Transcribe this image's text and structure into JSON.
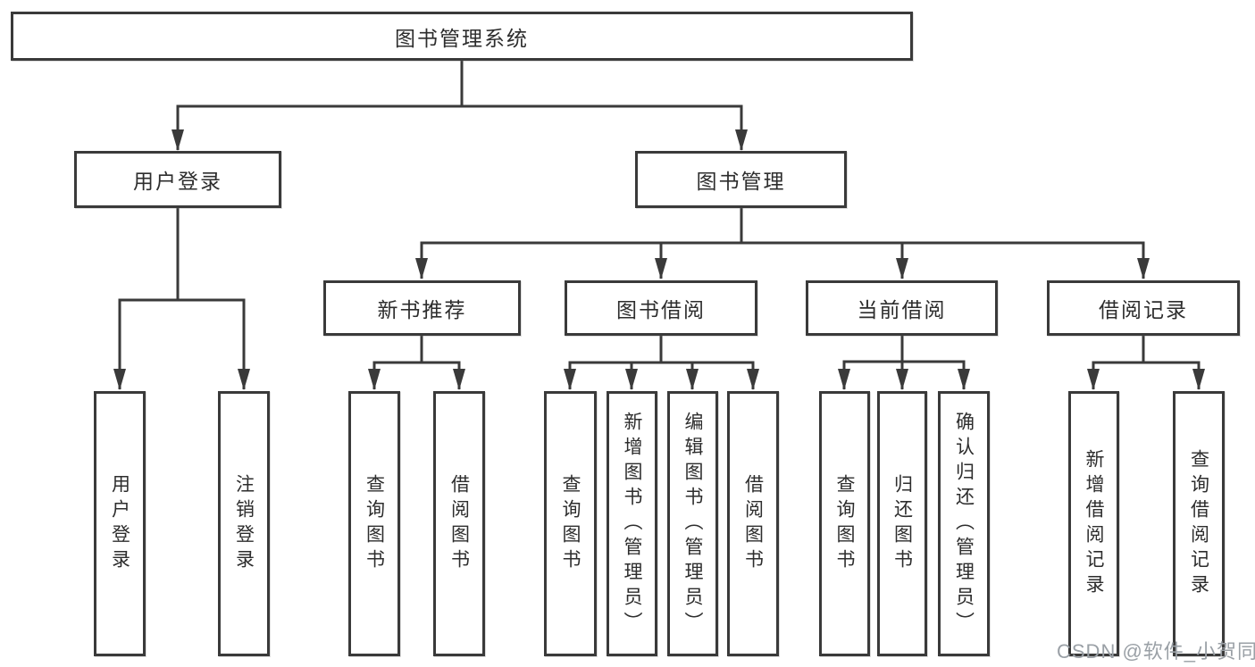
{
  "diagram": {
    "title": "图书管理系统",
    "root": {
      "label": "图书管理系统"
    },
    "level2": [
      {
        "label": "用户登录"
      },
      {
        "label": "图书管理"
      }
    ],
    "level3": [
      {
        "label": "新书推荐"
      },
      {
        "label": "图书借阅"
      },
      {
        "label": "当前借阅"
      },
      {
        "label": "借阅记录"
      }
    ],
    "leaves": [
      {
        "label": "用户登录"
      },
      {
        "label": "注销登录"
      },
      {
        "label": "查询图书"
      },
      {
        "label": "借阅图书"
      },
      {
        "label": "查询图书"
      },
      {
        "label": "新增图书（管理员）"
      },
      {
        "label": "编辑图书（管理员）"
      },
      {
        "label": "借阅图书"
      },
      {
        "label": "查询图书"
      },
      {
        "label": "归还图书"
      },
      {
        "label": "确认归还（管理员）"
      },
      {
        "label": "新增借阅记录"
      },
      {
        "label": "查询借阅记录"
      }
    ]
  },
  "watermark": {
    "text": "CSDN @软件_小贺同学",
    "color": "#9aa0a6"
  },
  "colors": {
    "line": "#3a3a3a",
    "border": "#3a3a3a",
    "text": "#2d2d2d",
    "background": "#ffffff"
  }
}
